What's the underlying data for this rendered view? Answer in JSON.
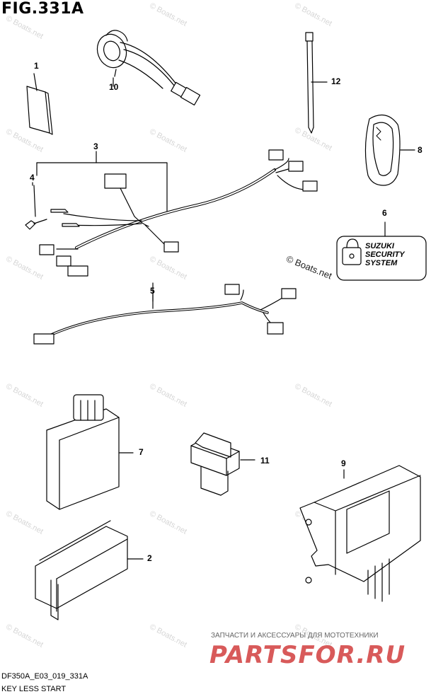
{
  "title": "FIG.331A",
  "callouts": {
    "p1": "1",
    "p2": "2",
    "p3": "3",
    "p4": "4",
    "p5": "5",
    "p6": "6",
    "p7": "7",
    "p8": "8",
    "p9": "9",
    "p10": "10",
    "p11": "11",
    "p12": "12"
  },
  "label_6": {
    "line1": "SUZUKI",
    "line2": "SECURITY",
    "line3": "SYSTEM"
  },
  "watermark": "© Boats.net",
  "watermark_prominent": "© Boats.net",
  "shop": {
    "tagline": "ЗАПЧАСТИ И АКСЕССУАРЫ ДЛЯ МОТОТЕХНИКИ",
    "logo": "PARTSFOR.RU",
    "logo_color": "#d85a5a"
  },
  "footer": {
    "code": "DF350A_E03_019_331A",
    "name": "KEY LESS START"
  },
  "colors": {
    "line": "#000000",
    "watermark": "#d6d6d6"
  }
}
